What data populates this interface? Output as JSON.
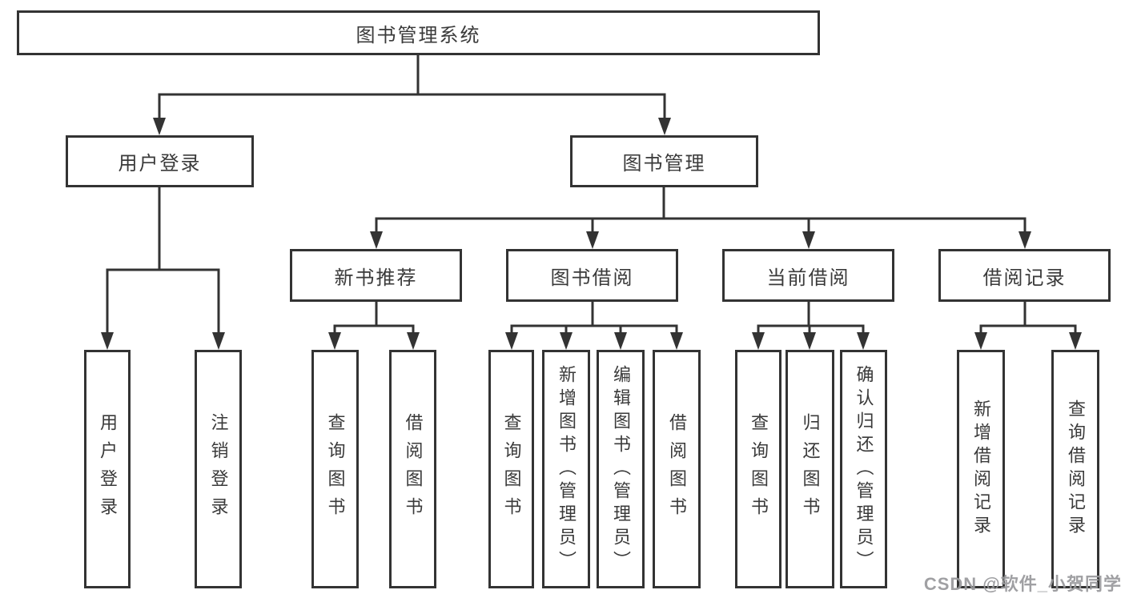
{
  "watermark": "CSDN @软件_小贺同学",
  "colors": {
    "background": "#ffffff",
    "line": "#333333",
    "box_border": "#333333",
    "text": "#3a3a3a",
    "watermark": "#98999c"
  },
  "diagram": {
    "title": "图书管理系统",
    "nodes": [
      {
        "id": "root",
        "label": "图书管理系统",
        "parent": null
      },
      {
        "id": "user-login",
        "label": "用户登录",
        "parent": "root"
      },
      {
        "id": "book-management",
        "label": "图书管理",
        "parent": "root"
      },
      {
        "id": "user-login-action",
        "label": "用户登录",
        "parent": "user-login"
      },
      {
        "id": "logout-action",
        "label": "注销登录",
        "parent": "user-login"
      },
      {
        "id": "new-book-recommend",
        "label": "新书推荐",
        "parent": "book-management"
      },
      {
        "id": "book-borrow",
        "label": "图书借阅",
        "parent": "book-management"
      },
      {
        "id": "current-borrow",
        "label": "当前借阅",
        "parent": "book-management"
      },
      {
        "id": "borrow-records",
        "label": "借阅记录",
        "parent": "book-management"
      },
      {
        "id": "recommend-query-book",
        "label": "查询图书",
        "parent": "new-book-recommend"
      },
      {
        "id": "recommend-borrow-book",
        "label": "借阅图书",
        "parent": "new-book-recommend"
      },
      {
        "id": "borrow-query-book",
        "label": "查询图书",
        "parent": "book-borrow"
      },
      {
        "id": "borrow-add-book",
        "label": "新增图书（管理员）",
        "parent": "book-borrow"
      },
      {
        "id": "borrow-edit-book",
        "label": "编辑图书（管理员）",
        "parent": "book-borrow"
      },
      {
        "id": "borrow-borrow-book",
        "label": "借阅图书",
        "parent": "book-borrow"
      },
      {
        "id": "current-query-book",
        "label": "查询图书",
        "parent": "current-borrow"
      },
      {
        "id": "current-return-book",
        "label": "归还图书",
        "parent": "current-borrow"
      },
      {
        "id": "current-confirm-return",
        "label": "确认归还（管理员）",
        "parent": "current-borrow"
      },
      {
        "id": "records-add-record",
        "label": "新增借阅记录",
        "parent": "borrow-records"
      },
      {
        "id": "records-query-record",
        "label": "查询借阅记录",
        "parent": "borrow-records"
      }
    ]
  }
}
